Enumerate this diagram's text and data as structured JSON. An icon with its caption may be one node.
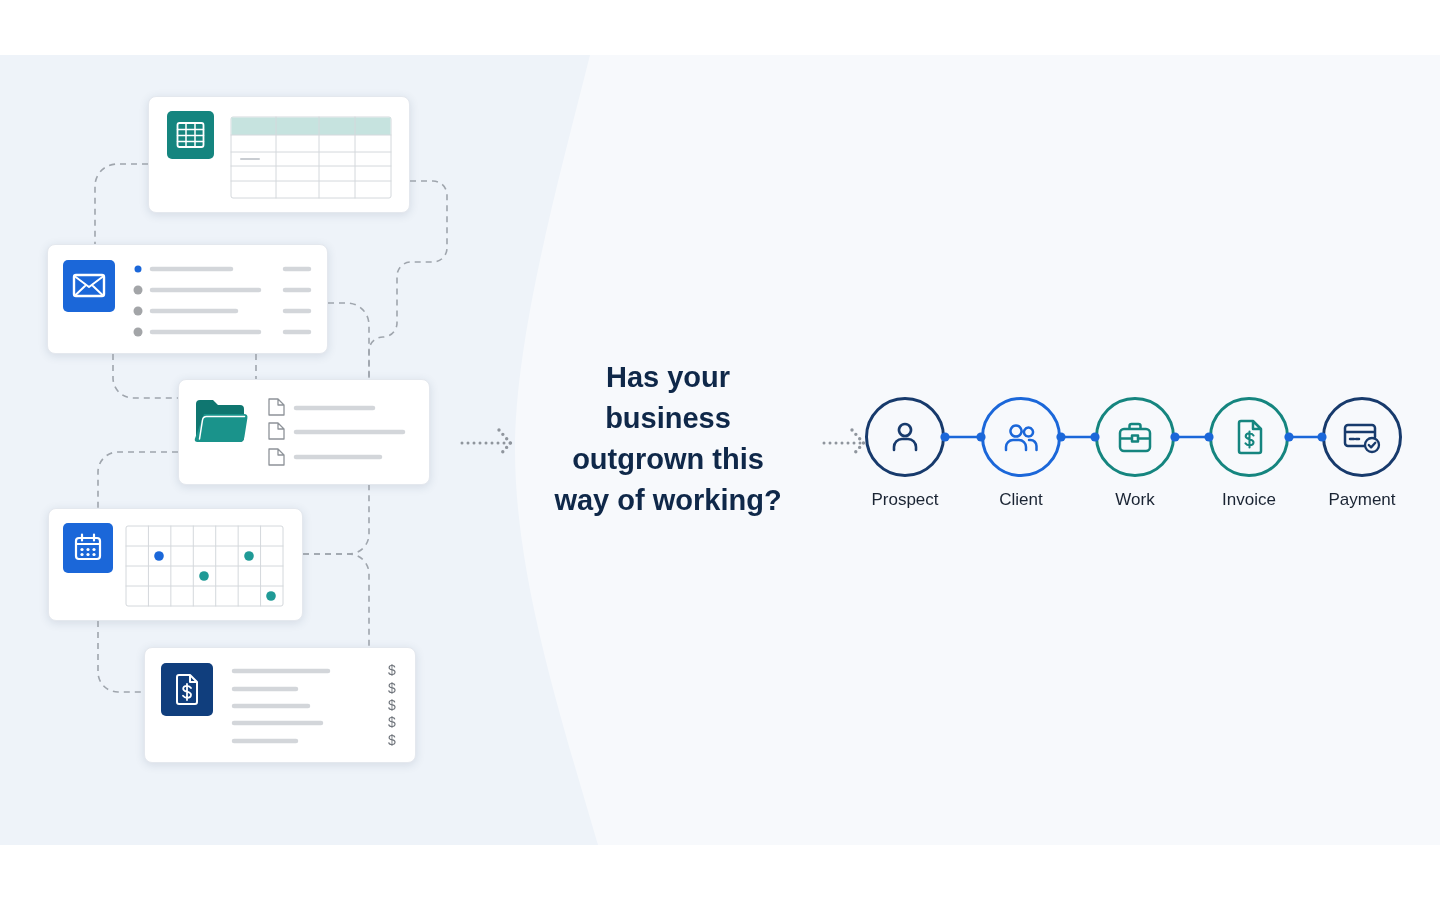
{
  "diagram": {
    "nodes": [
      {
        "text": [],
        "shape": "box"
      },
      {
        "text": [],
        "shape": "box"
      },
      {
        "text": [],
        "shape": "box"
      },
      {
        "text": [],
        "shape": "box"
      },
      {
        "text": [
          "$",
          "$",
          "$",
          "$",
          "$"
        ]
      },
      {
        "text": [
          "Has your business outgrown this way of working?"
        ]
      },
      {
        "text": [
          "Prospect"
        ]
      },
      {
        "text": [
          "Client"
        ]
      },
      {
        "text": [
          "Work"
        ]
      },
      {
        "text": [
          "Invoice"
        ]
      },
      {
        "text": [
          "Payment"
        ]
      }
    ],
    "edges": [
      {
        "from": 0,
        "to": 1,
        "arrow": "none",
        "style": "dashed"
      },
      {
        "from": 0,
        "to": 2,
        "arrow": "none",
        "style": "dashed"
      },
      {
        "from": 1,
        "to": 2,
        "arrow": "none",
        "style": "dashed"
      },
      {
        "from": 1,
        "to": 2,
        "arrow": "none",
        "style": "dashed"
      },
      {
        "from": 1,
        "to": 2,
        "arrow": "none",
        "style": "dashed"
      },
      {
        "from": 2,
        "to": 3,
        "arrow": "none",
        "style": "dashed"
      },
      {
        "from": 3,
        "to": 2,
        "arrow": "none",
        "style": "dashed"
      },
      {
        "from": 3,
        "to": 4,
        "arrow": "none",
        "style": "dashed"
      },
      {
        "from": 3,
        "to": 4,
        "arrow": "none",
        "style": "dashed"
      },
      {
        "from": null,
        "to": 5,
        "arrow": "to",
        "style": "dashed"
      },
      {
        "from": 5,
        "to": 6,
        "arrow": "to",
        "style": "dashed"
      },
      {
        "from": 6,
        "to": 7,
        "arrow": "other",
        "color": "#1b67d9"
      },
      {
        "from": 7,
        "to": 8,
        "arrow": "other",
        "color": "#1b67d9"
      },
      {
        "from": 8,
        "to": 9,
        "arrow": "other",
        "color": "#1b67d9"
      },
      {
        "from": 9,
        "to": 10,
        "arrow": "other",
        "color": "#1b67d9"
      }
    ]
  }
}
